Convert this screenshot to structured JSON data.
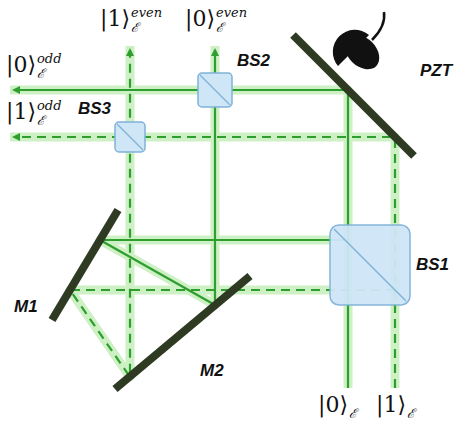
{
  "diagram": {
    "labels": [
      "|1⟩",
      "ℰ",
      "even",
      "|0⟩",
      "ℰ",
      "even",
      "|0⟩",
      "ℰ",
      "odd",
      "|1⟩",
      "ℰ",
      "odd",
      "BS2",
      "BS3",
      "M1",
      "M2",
      "PZT",
      "BS1",
      "|0⟩",
      "ℰ",
      "|1⟩",
      "ℰ"
    ]
  }
}
